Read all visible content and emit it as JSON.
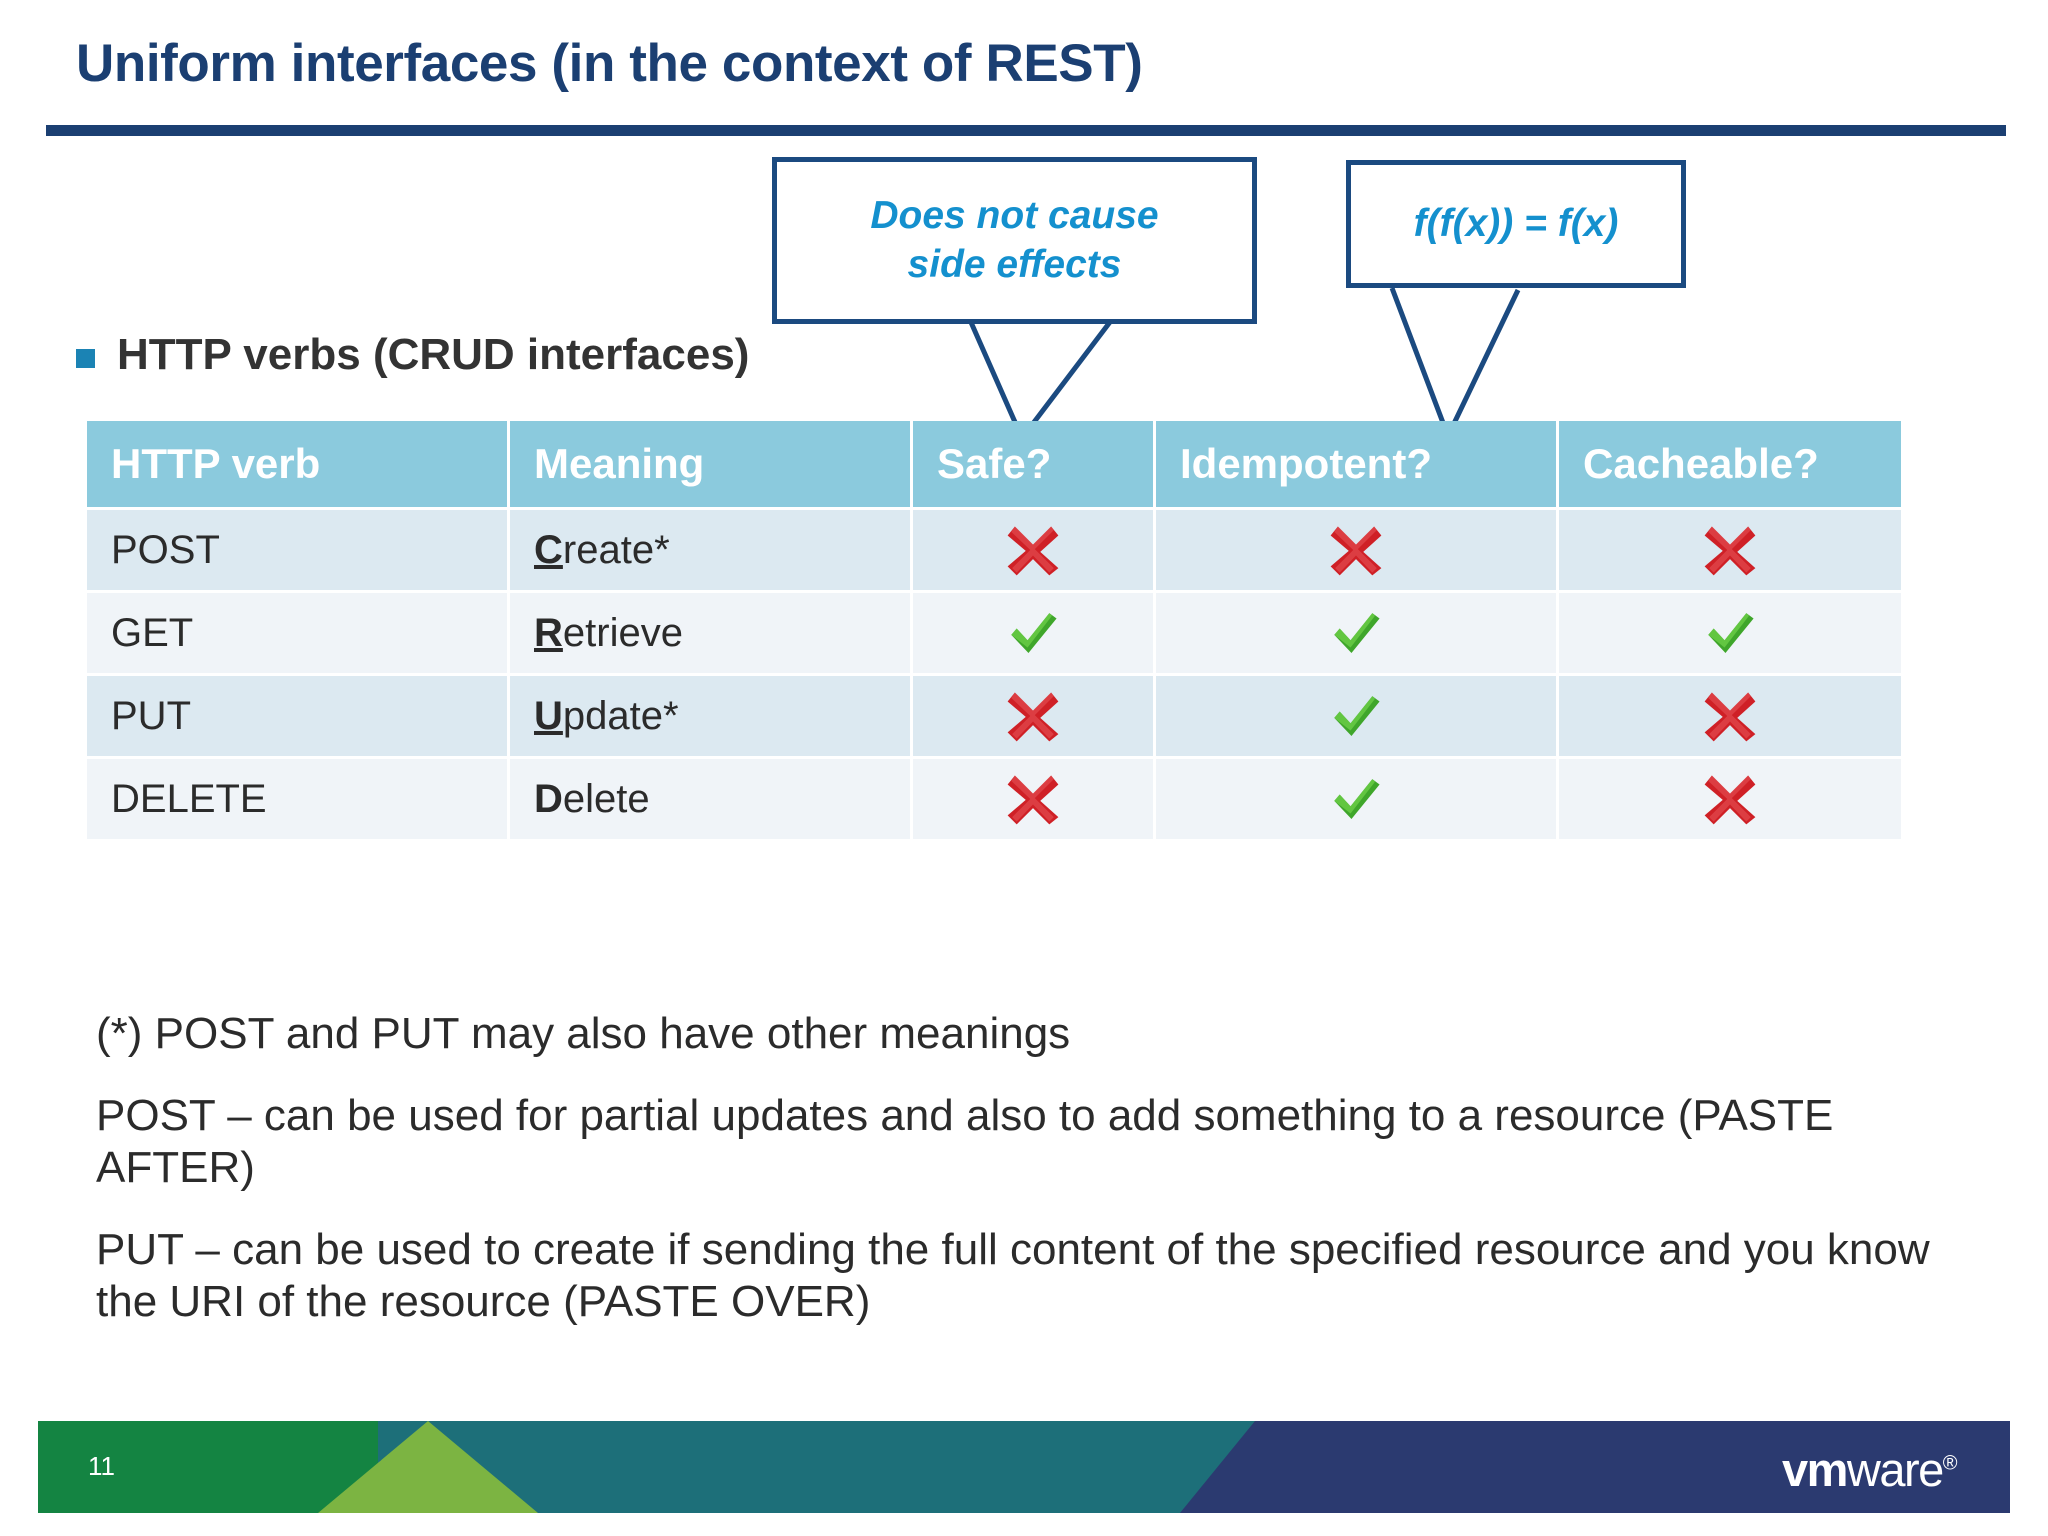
{
  "slide": {
    "title": "Uniform interfaces (in the context of REST)",
    "bullet_heading": "HTTP verbs (CRUD interfaces)",
    "page_number": "11"
  },
  "callouts": [
    {
      "id": "safe",
      "text_line1": "Does not cause",
      "text_line2": "side effects",
      "points_to": "Safe?"
    },
    {
      "id": "idempotent",
      "text_line1": "f(f(x)) = f(x)",
      "text_line2": "",
      "points_to": "Idempotent?"
    }
  ],
  "table": {
    "headers": [
      "HTTP verb",
      "Meaning",
      "Safe?",
      "Idempotent?",
      "Cacheable?"
    ],
    "rows": [
      {
        "verb": "POST",
        "meaning_initial": "C",
        "meaning_rest": "reate*",
        "initial_underlined": true,
        "safe": "cross",
        "idempotent": "cross",
        "cacheable": "cross"
      },
      {
        "verb": "GET",
        "meaning_initial": "R",
        "meaning_rest": "etrieve",
        "initial_underlined": true,
        "safe": "check",
        "idempotent": "check",
        "cacheable": "check"
      },
      {
        "verb": "PUT",
        "meaning_initial": "U",
        "meaning_rest": "pdate*",
        "initial_underlined": true,
        "safe": "cross",
        "idempotent": "check",
        "cacheable": "cross"
      },
      {
        "verb": "DELETE",
        "meaning_initial": "D",
        "meaning_rest": "elete",
        "initial_underlined": false,
        "safe": "cross",
        "idempotent": "check",
        "cacheable": "cross"
      }
    ]
  },
  "notes": [
    "(*) POST and PUT may also have other meanings",
    "POST – can be used for partial updates and also to add something to a resource (PASTE AFTER)",
    "PUT – can be used to create if sending the full content of the specified resource and you know the URI of the resource (PASTE OVER)"
  ],
  "footer": {
    "page_number": "11",
    "logo_vm": "vm",
    "logo_ware": "ware",
    "logo_reg": "®"
  },
  "colors": {
    "title_navy": "#1b3f72",
    "callout_border": "#1b4a80",
    "callout_text": "#1490ce",
    "table_header_bg": "#8bcadd",
    "row_odd_bg": "#dce9f1",
    "row_even_bg": "#f0f4f8",
    "bullet_square": "#1b83b4",
    "check_green": "#3fa62b",
    "cross_red": "#cf2026",
    "footer_green": "#148442",
    "footer_lightgreen": "#7cb442",
    "footer_teal": "#1d6f79",
    "footer_navy": "#2b3a70"
  },
  "icons": {
    "check": "check-icon",
    "cross": "cross-icon"
  }
}
